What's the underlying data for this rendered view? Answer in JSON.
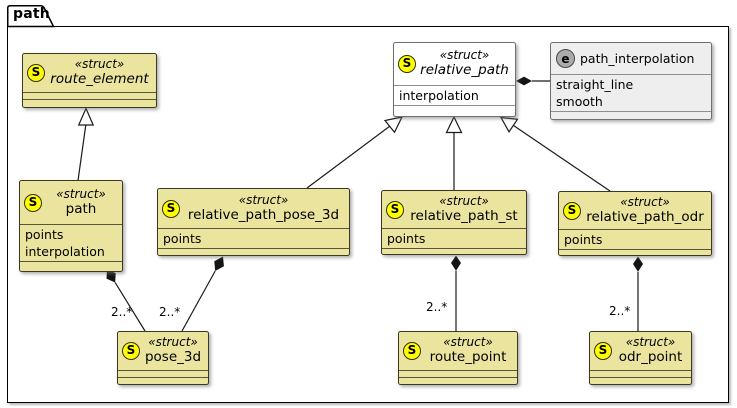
{
  "package": {
    "name": "path"
  },
  "colors": {
    "struct_fill": "#EAE49F",
    "struct_border": "#3A3A23",
    "abstract_root_fill": "#FFFFFF",
    "enum_fill": "#EEEEEE",
    "badge_struct_fill": "#FFFF00",
    "badge_enum_fill": "#ABABAB",
    "edge_line": "#1A1A1A"
  },
  "classes": [
    {
      "id": "route_element",
      "badge": "S",
      "stereotype": "«struct»",
      "name": "route_element",
      "abstract": true,
      "fields": []
    },
    {
      "id": "relative_path",
      "badge": "S",
      "stereotype": "«struct»",
      "name": "relative_path",
      "abstract": true,
      "fields": [
        "interpolation"
      ]
    },
    {
      "id": "path",
      "badge": "S",
      "stereotype": "«struct»",
      "name": "path",
      "abstract": false,
      "fields": [
        "points",
        "interpolation"
      ]
    },
    {
      "id": "relative_path_pose_3d",
      "badge": "S",
      "stereotype": "«struct»",
      "name": "relative_path_pose_3d",
      "abstract": false,
      "fields": [
        "points"
      ]
    },
    {
      "id": "relative_path_st",
      "badge": "S",
      "stereotype": "«struct»",
      "name": "relative_path_st",
      "abstract": false,
      "fields": [
        "points"
      ]
    },
    {
      "id": "relative_path_odr",
      "badge": "S",
      "stereotype": "«struct»",
      "name": "relative_path_odr",
      "abstract": false,
      "fields": [
        "points"
      ]
    },
    {
      "id": "pose_3d",
      "badge": "S",
      "stereotype": "«struct»",
      "name": "pose_3d",
      "abstract": false,
      "fields": []
    },
    {
      "id": "route_point",
      "badge": "S",
      "stereotype": "«struct»",
      "name": "route_point",
      "abstract": false,
      "fields": []
    },
    {
      "id": "odr_point",
      "badge": "S",
      "stereotype": "«struct»",
      "name": "odr_point",
      "abstract": false,
      "fields": []
    }
  ],
  "enums": [
    {
      "id": "path_interpolation",
      "badge": "e",
      "name": "path_interpolation",
      "values": [
        "straight_line",
        "smooth"
      ]
    }
  ],
  "edges": [
    {
      "type": "generalization",
      "from": "path",
      "to": "route_element",
      "label": ""
    },
    {
      "type": "generalization",
      "from": "relative_path_pose_3d",
      "to": "relative_path",
      "label": ""
    },
    {
      "type": "generalization",
      "from": "relative_path_st",
      "to": "relative_path",
      "label": ""
    },
    {
      "type": "generalization",
      "from": "relative_path_odr",
      "to": "relative_path",
      "label": ""
    },
    {
      "type": "composition",
      "from": "relative_path",
      "to": "path_interpolation",
      "label": ""
    },
    {
      "type": "composition",
      "from": "path",
      "to": "pose_3d",
      "label": "2..*"
    },
    {
      "type": "composition",
      "from": "relative_path_pose_3d",
      "to": "pose_3d",
      "label": "2..*"
    },
    {
      "type": "composition",
      "from": "relative_path_st",
      "to": "route_point",
      "label": "2..*"
    },
    {
      "type": "composition",
      "from": "relative_path_odr",
      "to": "odr_point",
      "label": "2..*"
    }
  ]
}
